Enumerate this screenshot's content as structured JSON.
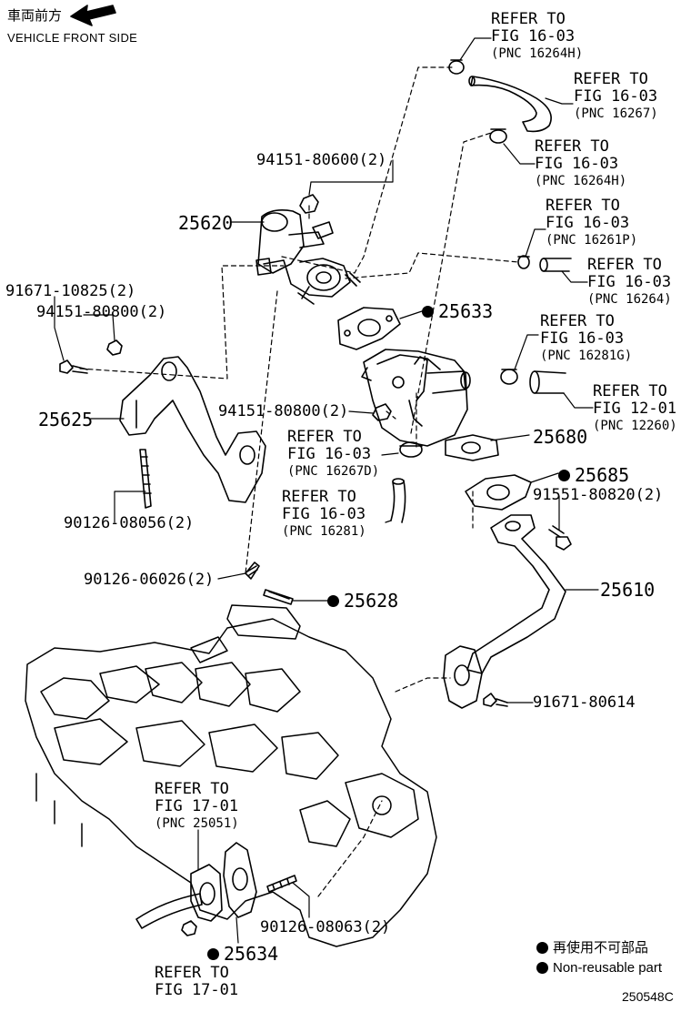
{
  "header": {
    "front_cjk": "車両前方",
    "front_en": "VEHICLE FRONT SIDE"
  },
  "refs": [
    {
      "r1": "REFER TO",
      "r2": "FIG 16-03",
      "pnc": "(PNC 16264H)"
    },
    {
      "r1": "REFER TO",
      "r2": "FIG 16-03",
      "pnc": "(PNC 16267)"
    },
    {
      "r1": "REFER TO",
      "r2": "FIG 16-03",
      "pnc": "(PNC 16264H)"
    },
    {
      "r1": "REFER TO",
      "r2": "FIG 16-03",
      "pnc": "(PNC 16261P)"
    },
    {
      "r1": "REFER TO",
      "r2": "FIG 16-03",
      "pnc": "(PNC 16264)"
    },
    {
      "r1": "REFER TO",
      "r2": "FIG 16-03",
      "pnc": "(PNC 16281G)"
    },
    {
      "r1": "REFER TO",
      "r2": "FIG 12-01",
      "pnc": "(PNC 12260)"
    },
    {
      "r1": "REFER TO",
      "r2": "FIG 16-03",
      "pnc": "(PNC 16267D)"
    },
    {
      "r1": "REFER TO",
      "r2": "FIG 16-03",
      "pnc": "(PNC 16281)"
    },
    {
      "r1": "REFER TO",
      "r2": "FIG 17-01",
      "pnc": "(PNC 25051)"
    },
    {
      "r1": "REFER TO",
      "r2": "FIG 17-01",
      "pnc": ""
    }
  ],
  "parts": {
    "p94151_80600": "94151-80600(2)",
    "p25620": "25620",
    "p91671_10825": "91671-10825(2)",
    "p94151_80800a": "94151-80800(2)",
    "p25633": "25633",
    "p25625": "25625",
    "p94151_80800b": "94151-80800(2)",
    "p25680": "25680",
    "p25685": "25685",
    "p91551_80820": "91551-80820(2)",
    "p90126_08056": "90126-08056(2)",
    "p90126_06026": "90126-06026(2)",
    "p25628": "25628",
    "p25610": "25610",
    "p91671_80614": "91671-80614",
    "p90126_08063": "90126-08063(2)",
    "p25634": "25634"
  },
  "legend": {
    "cjk": "再使用不可部品",
    "en": "Non-reusable part"
  },
  "code": "250548C",
  "colors": {
    "line": "#000000",
    "background": "#ffffff"
  }
}
